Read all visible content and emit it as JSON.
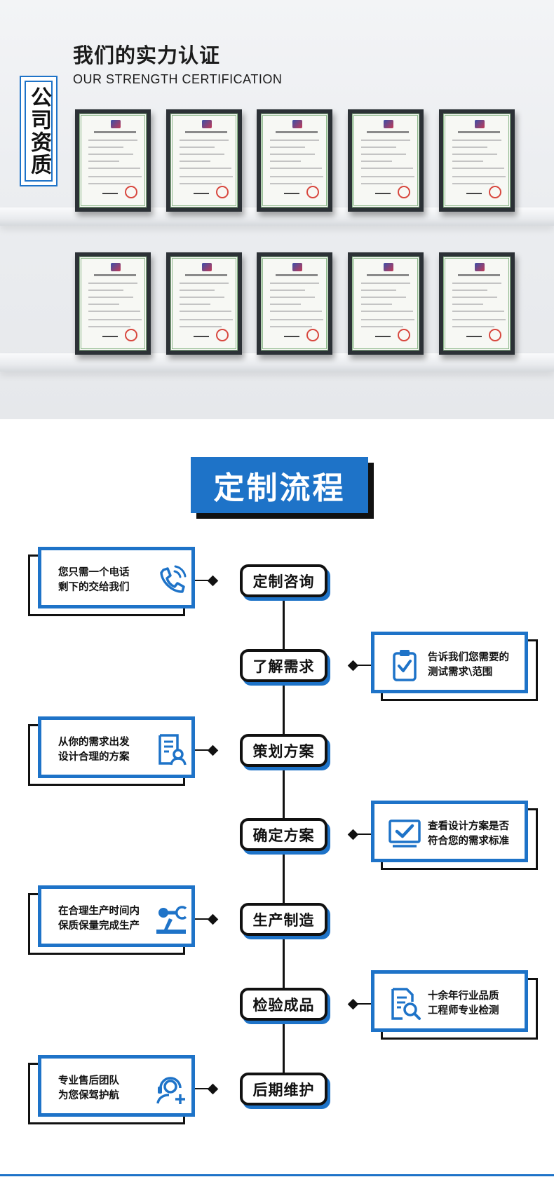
{
  "certification": {
    "side_badge": "公司资质",
    "title": "我们的实力认证",
    "subtitle": "OUR STRENGTH CERTIFICATION",
    "certificates_count_per_row": 5,
    "certificate_icon": "patent-certificate-icon"
  },
  "process": {
    "title": "定制流程",
    "accent_color": "#1e73c8",
    "steps": [
      {
        "label": "定制咨询",
        "side": "left",
        "desc_line1": "您只需一个电话",
        "desc_line2": "剩下的交给我们",
        "icon": "phone-icon"
      },
      {
        "label": "了解需求",
        "side": "right",
        "desc_line1": "告诉我们您需要的",
        "desc_line2": "测试需求\\范围",
        "icon": "clipboard-check-icon"
      },
      {
        "label": "策划方案",
        "side": "left",
        "desc_line1": "从你的需求出发",
        "desc_line2": "设计合理的方案",
        "icon": "document-user-icon"
      },
      {
        "label": "确定方案",
        "side": "right",
        "desc_line1": "查看设计方案是否",
        "desc_line2": "符合您的需求标准",
        "icon": "monitor-check-icon"
      },
      {
        "label": "生产制造",
        "side": "left",
        "desc_line1": "在合理生产时间内",
        "desc_line2": "保质保量完成生产",
        "icon": "robot-arm-icon"
      },
      {
        "label": "检验成品",
        "side": "right",
        "desc_line1": "十余年行业品质",
        "desc_line2": "工程师专业检测",
        "icon": "document-search-icon"
      },
      {
        "label": "后期维护",
        "side": "left",
        "desc_line1": "专业售后团队",
        "desc_line2": "为您保驾护航",
        "icon": "support-headset-icon"
      }
    ]
  }
}
